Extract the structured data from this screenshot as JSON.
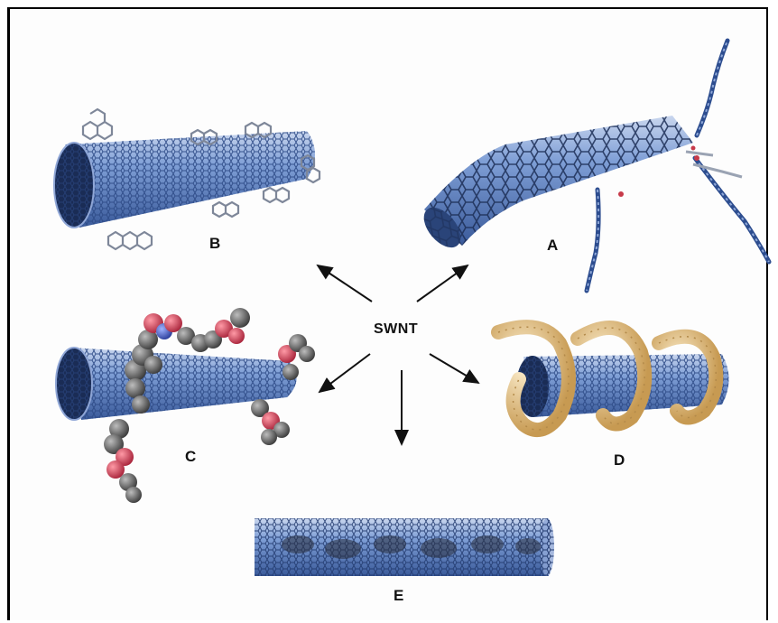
{
  "center": {
    "label": "SWNT"
  },
  "panels": [
    {
      "key": "B",
      "label": "B",
      "description_color": "#5b7fc0"
    },
    {
      "key": "A",
      "label": "A",
      "description_color": "#3d64a8"
    },
    {
      "key": "C",
      "label": "C",
      "description_color": "#4a6fb3"
    },
    {
      "key": "D",
      "label": "D",
      "description_color": "#e8c98a"
    },
    {
      "key": "E",
      "label": "E",
      "description_color": "#4a6fb3"
    }
  ],
  "colors": {
    "tube": "#4f74b8",
    "tube_dark": "#1d2f57",
    "tube_light": "#c9d6ee",
    "polymer": "#f0d39c",
    "polymer_dark": "#b38a4a",
    "atom_grey": "#5a5a5a",
    "atom_red": "#d44a5c",
    "arrow": "#111111"
  }
}
